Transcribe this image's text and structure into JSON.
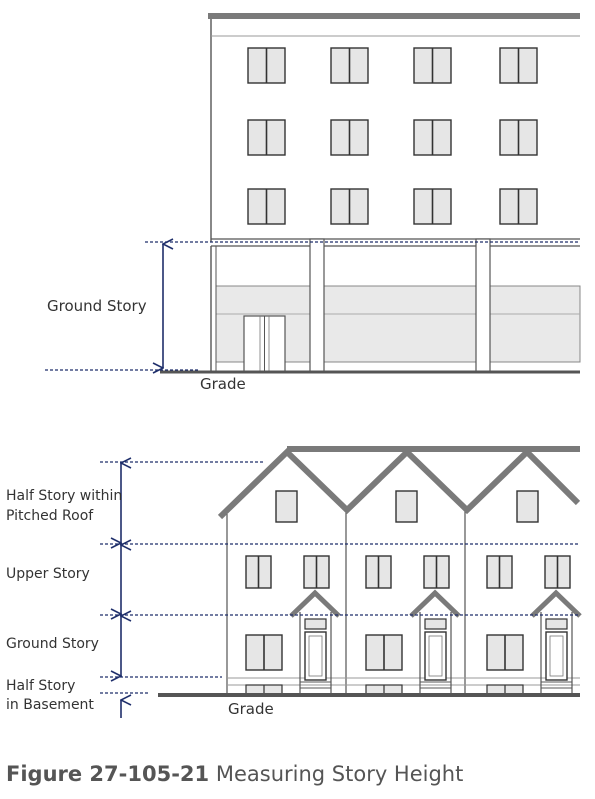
{
  "colors": {
    "navy": "#1f2f6b",
    "roof": "#7a7a7a",
    "wall": "#555555",
    "window_glass": "#e6e6e6",
    "band": "#e9e9e9"
  },
  "top_figure": {
    "label_ground_story": "Ground Story",
    "label_grade": "Grade"
  },
  "bottom_figure": {
    "label_half_story_roof_line1": "Half Story within",
    "label_half_story_roof_line2": "Pitched Roof",
    "label_upper_story": "Upper Story",
    "label_ground_story": "Ground Story",
    "label_half_story_basement_line1": "Half Story",
    "label_half_story_basement_line2": "in Basement",
    "label_grade": "Grade"
  },
  "caption": {
    "number": "Figure 27-105-21",
    "title": "Measuring Story Height"
  }
}
